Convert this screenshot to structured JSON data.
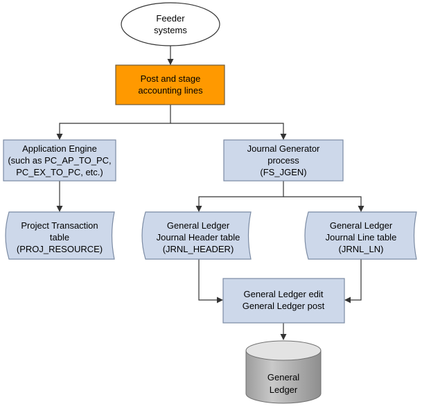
{
  "nodes": {
    "feeder": {
      "lines": [
        "Feeder",
        "systems"
      ]
    },
    "post_stage": {
      "lines": [
        "Post and stage",
        "accounting lines"
      ]
    },
    "app_engine": {
      "lines": [
        "Application Engine",
        "(such as PC_AP_TO_PC,",
        "PC_EX_TO_PC, etc.)"
      ]
    },
    "journal_gen": {
      "lines": [
        "Journal Generator",
        "process",
        "(FS_JGEN)"
      ]
    },
    "proj_trans": {
      "lines": [
        "Project Transaction",
        "table",
        "(PROJ_RESOURCE)"
      ]
    },
    "jrnl_header": {
      "lines": [
        "General Ledger",
        "Journal Header table",
        "(JRNL_HEADER)"
      ]
    },
    "jrnl_line": {
      "lines": [
        "General Ledger",
        "Journal Line table",
        "(JRNL_LN)"
      ]
    },
    "gl_edit_post": {
      "lines": [
        "General Ledger edit",
        "General Ledger post"
      ]
    },
    "gl_db": {
      "lines": [
        "General",
        "Ledger"
      ]
    }
  },
  "colors": {
    "orange_fill": "#FF9900",
    "blue_fill": "#CDD8EA",
    "blue_stroke": "#7A8AA3",
    "db_top": "#E3E3E3",
    "db_body": "#B8B8B8",
    "line": "#333333"
  }
}
